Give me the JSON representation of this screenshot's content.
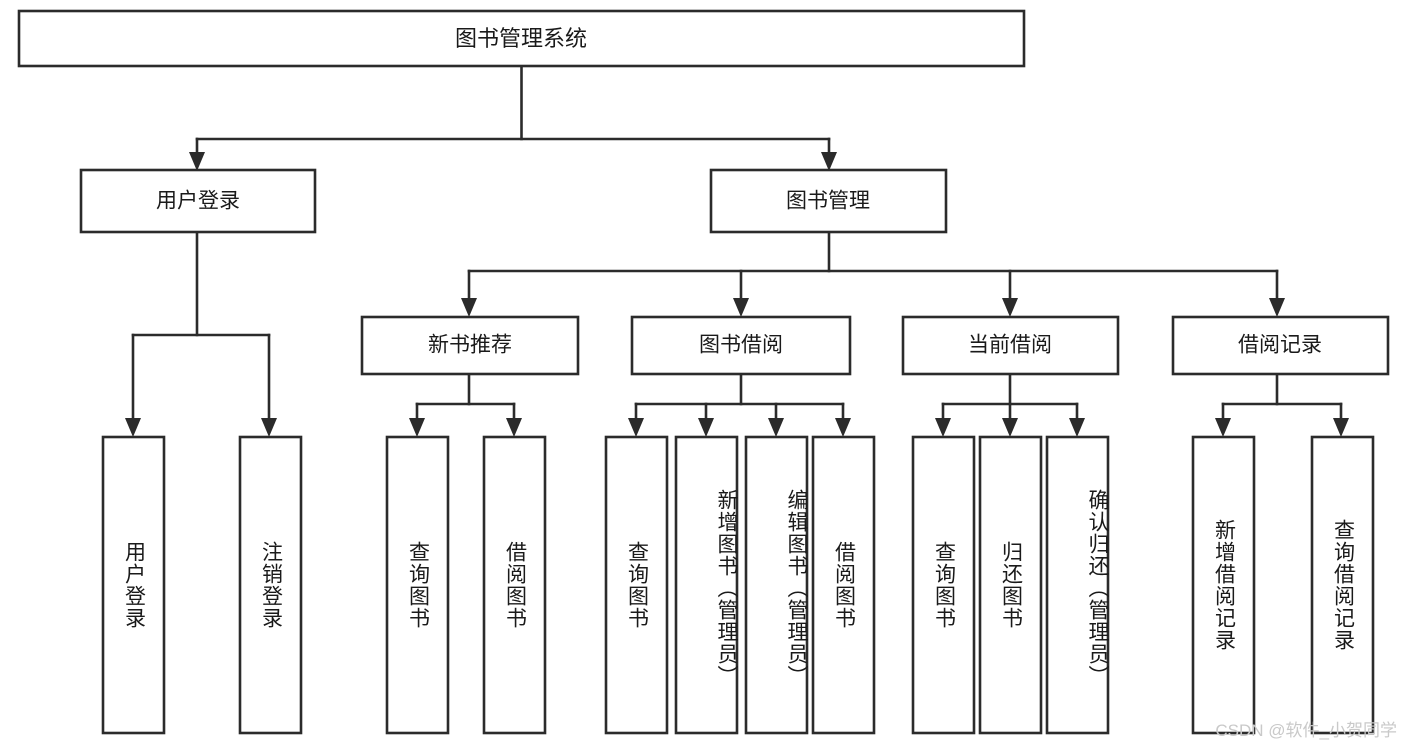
{
  "diagram": {
    "type": "tree",
    "title": "图书管理系统",
    "root": {
      "label": "图书管理系统",
      "children": [
        {
          "label": "用户登录",
          "children": [
            {
              "label": "用户登录"
            },
            {
              "label": "注销登录"
            }
          ]
        },
        {
          "label": "图书管理",
          "children": [
            {
              "label": "新书推荐",
              "children": [
                {
                  "label": "查询图书"
                },
                {
                  "label": "借阅图书"
                }
              ]
            },
            {
              "label": "图书借阅",
              "children": [
                {
                  "label": "查询图书"
                },
                {
                  "label": "新增图书（管理员）"
                },
                {
                  "label": "编辑图书（管理员）"
                },
                {
                  "label": "借阅图书"
                }
              ]
            },
            {
              "label": "当前借阅",
              "children": [
                {
                  "label": "查询图书"
                },
                {
                  "label": "归还图书"
                },
                {
                  "label": "确认归还（管理员）"
                }
              ]
            },
            {
              "label": "借阅记录",
              "children": [
                {
                  "label": "新增借阅记录"
                },
                {
                  "label": "查询借阅记录"
                }
              ]
            }
          ]
        }
      ]
    }
  },
  "nodes": {
    "root": "图书管理系统",
    "l2_user_login": "用户登录",
    "l2_book_manage": "图书管理",
    "l3_new_book": "新书推荐",
    "l3_borrow": "图书借阅",
    "l3_current": "当前借阅",
    "l3_record": "借阅记录",
    "leaf_user_login": "用户登录",
    "leaf_logout": "注销登录",
    "leaf_nb_query": "查询图书",
    "leaf_nb_borrow": "借阅图书",
    "leaf_bo_query": "查询图书",
    "leaf_bo_add": "新增图书（管理员）",
    "leaf_bo_edit": "编辑图书（管理员）",
    "leaf_bo_borrow": "借阅图书",
    "leaf_cu_query": "查询图书",
    "leaf_cu_return": "归还图书",
    "leaf_cu_confirm": "确认归还（管理员）",
    "leaf_rec_add": "新增借阅记录",
    "leaf_rec_query": "查询借阅记录"
  },
  "watermark": {
    "text": "CSDN @软件_小贺同学"
  },
  "colors": {
    "stroke": "#2b2b2b",
    "fill": "#ffffff",
    "text": "#1a1a1a",
    "watermark": "#c9c9c9",
    "background": "#ffffff"
  }
}
